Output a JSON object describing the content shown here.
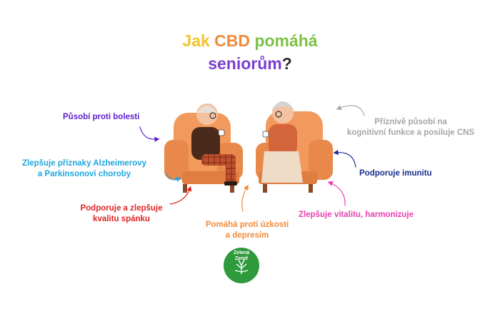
{
  "title": {
    "line1": [
      {
        "text": "Jak",
        "color": "#f3c431"
      },
      {
        "text": " ",
        "color": "#000000"
      },
      {
        "text": "CBD",
        "color": "#f08a3a"
      },
      {
        "text": " ",
        "color": "#000000"
      },
      {
        "text": "pomáhá",
        "color": "#7cc247"
      }
    ],
    "line2": [
      {
        "text": "seniorům",
        "color": "#7b3fd0"
      },
      {
        "text": "?",
        "color": "#2c2c2c"
      }
    ]
  },
  "benefits": {
    "bolest": {
      "text": "Působí proti bolesti",
      "color": "#5b1fcf"
    },
    "alzheimer": {
      "line1": "Zlepšuje příznaky Alzheimerovy",
      "line2": "a Parkinsonovi choroby",
      "color": "#1ea6df"
    },
    "spanek": {
      "line1": "Podporuje a zlepšuje",
      "line2": "kvalitu spánku",
      "color": "#e02424"
    },
    "uzkost": {
      "line1": "Pomáhá proti úzkosti",
      "line2": "a depresím",
      "color": "#f08a3a"
    },
    "vitalita": {
      "text": "Zlepšuje vitalitu, harmonizuje",
      "color": "#e83fb0"
    },
    "imunita": {
      "text": "Podporuje imunitu",
      "color": "#1a2f8f"
    },
    "kognice": {
      "line1": "Příznivě působí na",
      "line2": "kognitivní funkce a posiluje CNS",
      "color": "#a6a6a6"
    }
  },
  "logo": {
    "line1": "Zelená",
    "line2": "Země"
  },
  "colors": {
    "chair": "#f29a5e",
    "logo_green": "#2e9a3c"
  }
}
